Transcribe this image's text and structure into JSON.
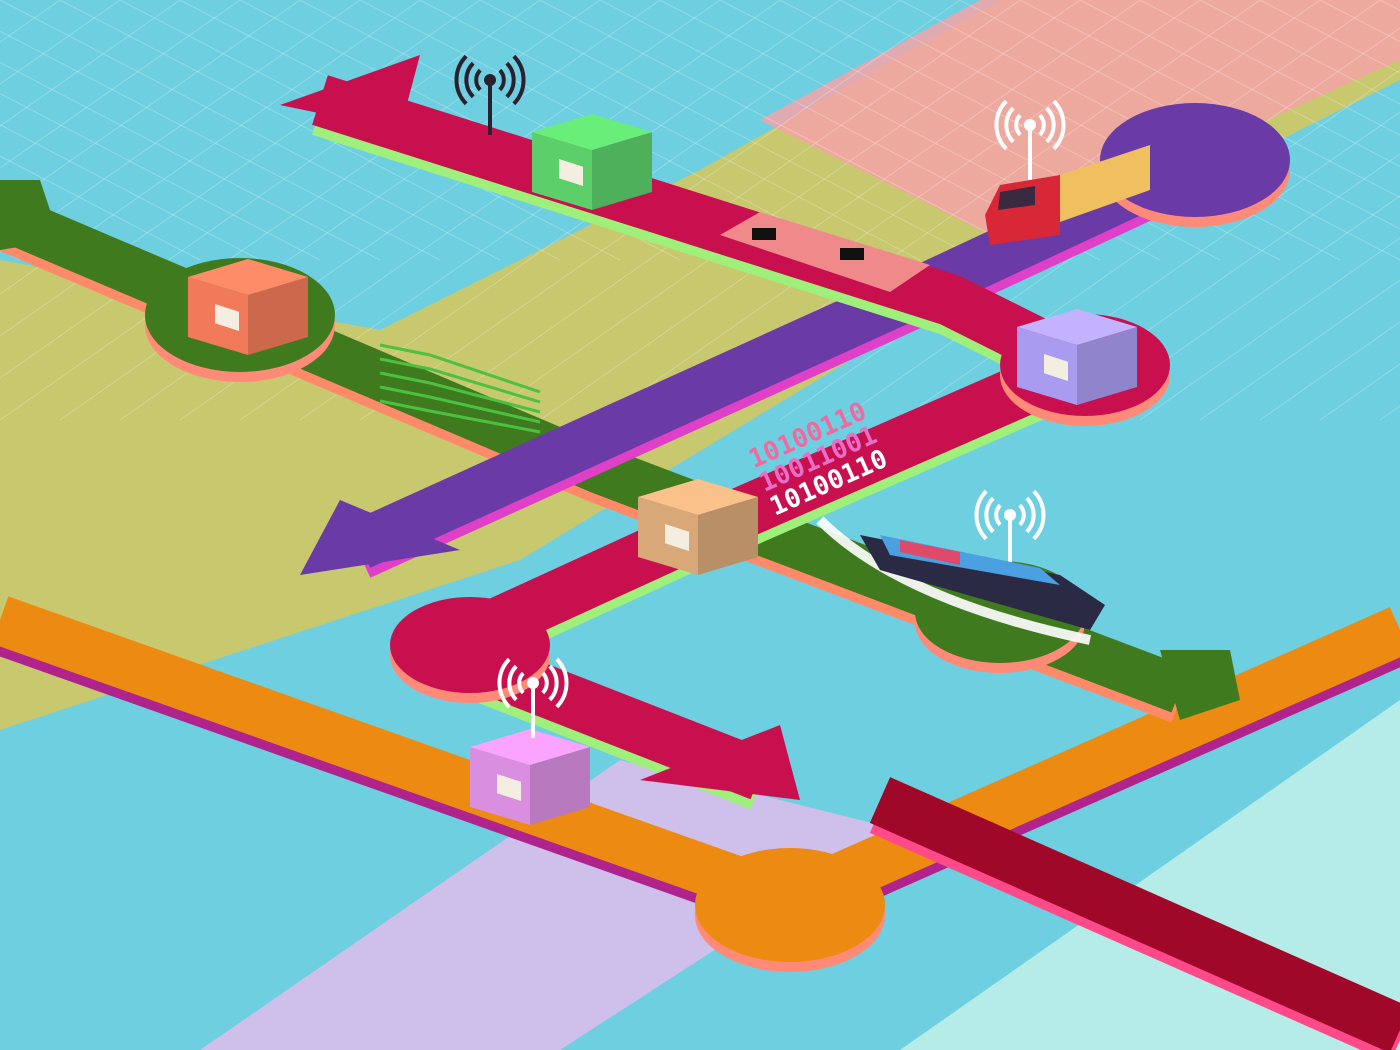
{
  "colors": {
    "background": "#6ecfe0",
    "yellow_zone": "#d8c75a",
    "pink_zone": "#f4a3a8",
    "crimson_road": "#c8104e",
    "dark_crimson_road": "#a0082a",
    "purple_road": "#6a3aa6",
    "green_road": "#3f7a1e",
    "orange_road": "#ec8a12",
    "box_colors": [
      "#5ccf6a",
      "#f07a5a",
      "#a99bf0",
      "#d9a878",
      "#d98ee0"
    ]
  },
  "icons": [
    "antenna-icon",
    "package-box-icon",
    "semi-truck-icon",
    "container-ship-icon",
    "circuit-chip-icon",
    "arrow-head-icon"
  ],
  "binary_text": [
    "10100110",
    "10011001",
    "10100110"
  ]
}
